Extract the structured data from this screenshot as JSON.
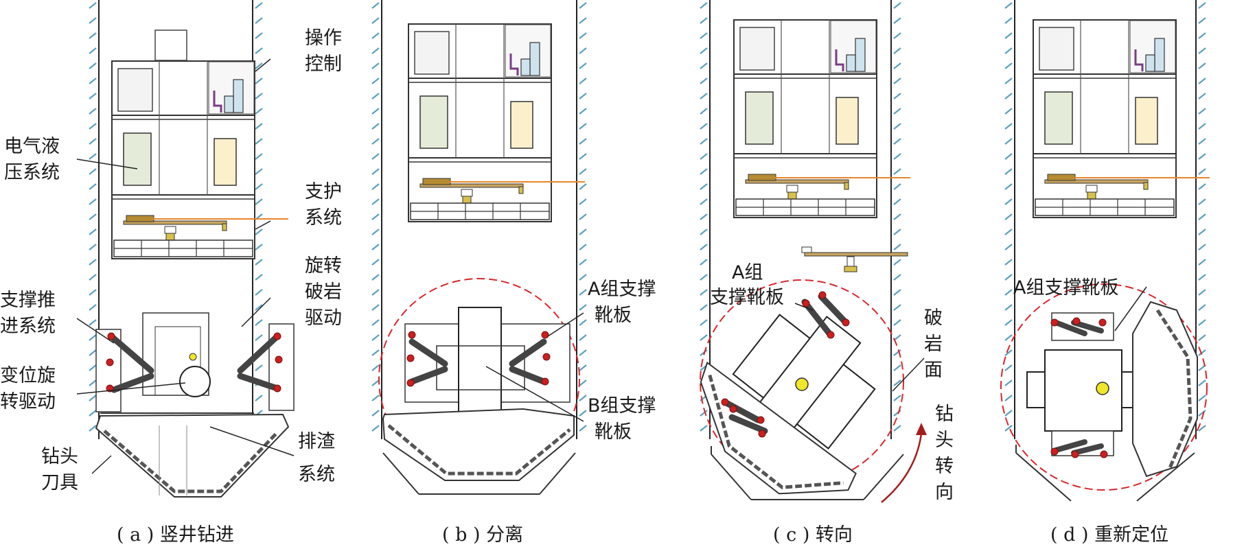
{
  "panels": [
    {
      "caption": "( a ) 竖井钻进"
    },
    {
      "caption": "( b ) 分离"
    },
    {
      "caption": "( c ) 转向"
    },
    {
      "caption": "( d ) 重新定位"
    }
  ],
  "labels": {
    "caozuo_1": "操作",
    "caozuo_2": "控制",
    "dianqi_1": "电气液",
    "dianqi_2": "压系统",
    "zhihu_1": "支护",
    "zhihu_2": "系统",
    "xuanzhuan_1": "旋转",
    "xuanzhuan_2": "破岩",
    "xuanzhuan_3": "驱动",
    "zhicheng_1": "支撑推",
    "zhicheng_2": "进系统",
    "bianwei_1": "变位旋",
    "bianwei_2": "转驱动",
    "zuantou_1": "钻头",
    "zuantou_2": "刀具",
    "paizha_1": "排渣",
    "paizha_2": "系统",
    "a_group_1": "A组支撑",
    "a_group_2": "靴板",
    "b_group_1": "B组支撑",
    "b_group_2": "靴板",
    "c_a_group_1": "A组",
    "c_a_group_2": "支撑靴板",
    "poyan_1": "破",
    "poyan_2": "岩",
    "poyan_3": "面",
    "zhuanxiang_1": "钻",
    "zhuanxiang_2": "头",
    "zhuanxiang_3": "转",
    "zhuanxiang_4": "向",
    "d_a_group": "A组支撑靴板"
  },
  "colors": {
    "support_rod": "#e8852a",
    "red_marker": "#cc1f1f",
    "dashed_circle": "#d9262b",
    "yellow_center": "#f0e62a",
    "rotation_arrow": "#a51c1c",
    "wall_hatch": "#5aa0c0"
  }
}
